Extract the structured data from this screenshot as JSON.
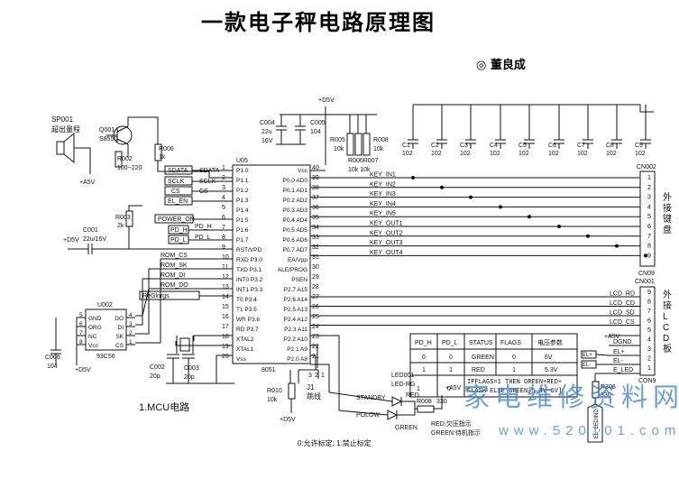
{
  "title": "一款电子秤电路原理图",
  "author": "◎ 董良成",
  "caption": "1.MCU电路",
  "footnote": "0:允许标定; 1:禁止标定",
  "watermark": {
    "cn": "家电维修资料网",
    "url": "www.520101.com"
  },
  "power": {
    "vcc_top": "+D5V",
    "a5v": "+A5V",
    "d5v": "+D5V"
  },
  "speaker": {
    "ref": "SP001",
    "label": "超出量程"
  },
  "transistor": {
    "ref": "Q001",
    "part": "S8550"
  },
  "resistors": {
    "r002": "R002",
    "r002_val": "100~220",
    "r006": "R006",
    "r006_val": "1k",
    "r003": "R003",
    "r003_val": "2k",
    "r005": "R005",
    "r005_val": "10k",
    "r008": "R008",
    "r008_val": "10k",
    "r006r007": "R006R007",
    "r006r007_val": "10k 10k",
    "r010": "R010",
    "r010_val": "10k",
    "r008b": "R008",
    "r008b_val": "330",
    "r306": "R306",
    "r306_val": "330"
  },
  "caps": {
    "c004": "C004",
    "c004_val": "22u",
    "c004_v": "16V",
    "c005": "C005",
    "c005_val": "104",
    "c001": "C001",
    "c001_val": "22u/16V",
    "c006": "C006",
    "c006_val": "104",
    "c002": "C002",
    "c002_val": "20p",
    "c003": "C003",
    "c003_val": "20p",
    "bank": [
      "C1",
      "C2",
      "C3",
      "C4",
      "C5",
      "C6",
      "C7",
      "C8",
      "C9"
    ],
    "bank_val": "102"
  },
  "mcu": {
    "ref": "U05",
    "part": "8051",
    "left_pins": [
      {
        "num": "1",
        "name": "P1.0"
      },
      {
        "num": "2",
        "name": "P1.1"
      },
      {
        "num": "3",
        "name": "P1.2"
      },
      {
        "num": "4",
        "name": "P1.3"
      },
      {
        "num": "5",
        "name": "P1.4"
      },
      {
        "num": "6",
        "name": "P1.5"
      },
      {
        "num": "7",
        "name": "P1.6"
      },
      {
        "num": "8",
        "name": "P1.7"
      },
      {
        "num": "9",
        "name": "RST/VPD"
      },
      {
        "num": "10",
        "name": "RXD P3.0"
      },
      {
        "num": "11",
        "name": "TXD P3.1"
      },
      {
        "num": "12",
        "name": "INT0 P3.2"
      },
      {
        "num": "13",
        "name": "INT1 P3.3"
      },
      {
        "num": "14",
        "name": "T0 P3.4"
      },
      {
        "num": "15",
        "name": "T1 P3.5"
      },
      {
        "num": "16",
        "name": "WR P3.6"
      },
      {
        "num": "17",
        "name": "RD P3.7"
      },
      {
        "num": "18",
        "name": "XTAL2"
      },
      {
        "num": "19",
        "name": "XTAL1"
      },
      {
        "num": "20",
        "name": "Vss"
      }
    ],
    "right_pins": [
      {
        "num": "40",
        "name": "Vcc"
      },
      {
        "num": "39",
        "name": "P0.0 AD0"
      },
      {
        "num": "38",
        "name": "P0.1 AD1"
      },
      {
        "num": "37",
        "name": "P0.2 AD2"
      },
      {
        "num": "36",
        "name": "P0.3 AD3"
      },
      {
        "num": "35",
        "name": "P0.4 AD4"
      },
      {
        "num": "34",
        "name": "P0.5 AD5"
      },
      {
        "num": "33",
        "name": "P0.6 AD6"
      },
      {
        "num": "32",
        "name": "P0.7 AD7"
      },
      {
        "num": "31",
        "name": "EA/Vpp"
      },
      {
        "num": "30",
        "name": "ALE/PROG"
      },
      {
        "num": "29",
        "name": "PSEN"
      },
      {
        "num": "28",
        "name": "P2.7 A15"
      },
      {
        "num": "27",
        "name": "P2.6 A14"
      },
      {
        "num": "26",
        "name": "P2.5 A13"
      },
      {
        "num": "25",
        "name": "P2.4 A12"
      },
      {
        "num": "24",
        "name": "P2.3 A11"
      },
      {
        "num": "23",
        "name": "P2.2 A10"
      },
      {
        "num": "22",
        "name": "P2.1 A9"
      },
      {
        "num": "21",
        "name": "P2.0 A8"
      }
    ]
  },
  "left_nets": {
    "sdata": "SDATA",
    "sclk": "SCLK",
    "cs": "CS",
    "el_en": "EL_EN",
    "power_on": "POWER_ON",
    "pd_h": "PD_H",
    "pd_l": "PD_L",
    "rom_cs": "ROM_CS",
    "rom_sk": "ROM_SK",
    "rom_di": "ROM_DI",
    "rom_do": "ROM_DO",
    "reglnrgs": "ReGlnrgs"
  },
  "eeprom": {
    "ref": "U002",
    "part": "93C56",
    "pins": [
      {
        "l": "5",
        "ln": "GND",
        "rn": "DO",
        "r": "4"
      },
      {
        "l": "6",
        "ln": "ORG",
        "rn": "DI",
        "r": "3"
      },
      {
        "l": "7",
        "ln": "NC",
        "rn": "SK",
        "r": "2"
      },
      {
        "l": "8",
        "ln": "Vcc",
        "rn": "CS",
        "r": "1"
      }
    ]
  },
  "keys": [
    "KEY_IN1",
    "KEY_IN2",
    "KEY_IN3",
    "KEY_IN4",
    "KEY_IN5",
    "KEY_OUT1",
    "KEY_OUT2",
    "KEY_OUT3",
    "KEY_OUT4"
  ],
  "keypad_conn": {
    "ref": "CN002",
    "ref_b": "CN09",
    "label": "外接键盘",
    "pins": [
      "1",
      "2",
      "3",
      "4",
      "5",
      "6",
      "7",
      "8",
      "9"
    ]
  },
  "lcd_nets": [
    "LCD_RD",
    "LCD_CD",
    "LCD_SD",
    "LCD_CS"
  ],
  "lcd_conn": {
    "ref": "CN001",
    "ref_b": "CON9",
    "label": "外接LCD板",
    "pins": [
      "9",
      "8",
      "7",
      "6",
      "5",
      "4",
      "3",
      "2",
      "1"
    ]
  },
  "lcd_power": [
    "+A5V",
    "DGND",
    "EL+",
    "EL-",
    "E_LED"
  ],
  "el_labels": [
    "EL+",
    "EL-"
  ],
  "table": {
    "headers": [
      "PD_H",
      "PD_L",
      "STATUS",
      "FLAGS",
      "电压参数"
    ],
    "rows": [
      [
        "0",
        "0",
        "GREEN",
        "0",
        "6V"
      ],
      [
        "1",
        "1",
        "RED",
        "1",
        "5.3V"
      ]
    ],
    "last_row": [
      "1",
      "0"
    ],
    "note1": "IFFLAGS=1 THEN GREEN+RED+",
    "note2": "FLASH ELSE GREEN[5.4V~6V]"
  },
  "jumper": {
    "ref": "J1",
    "label": "跳线",
    "pins": [
      "1",
      "2",
      "3"
    ]
  },
  "led": {
    "ref": "LED001",
    "part": "LED-RG",
    "standby": "STANDBY",
    "polow": "POLOW",
    "red": "RED",
    "green": "GREEN",
    "legend1": "RED:欠压指示",
    "legend2": "GREEN:待机指示"
  },
  "el_lamp": "EL_LEDIND"
}
